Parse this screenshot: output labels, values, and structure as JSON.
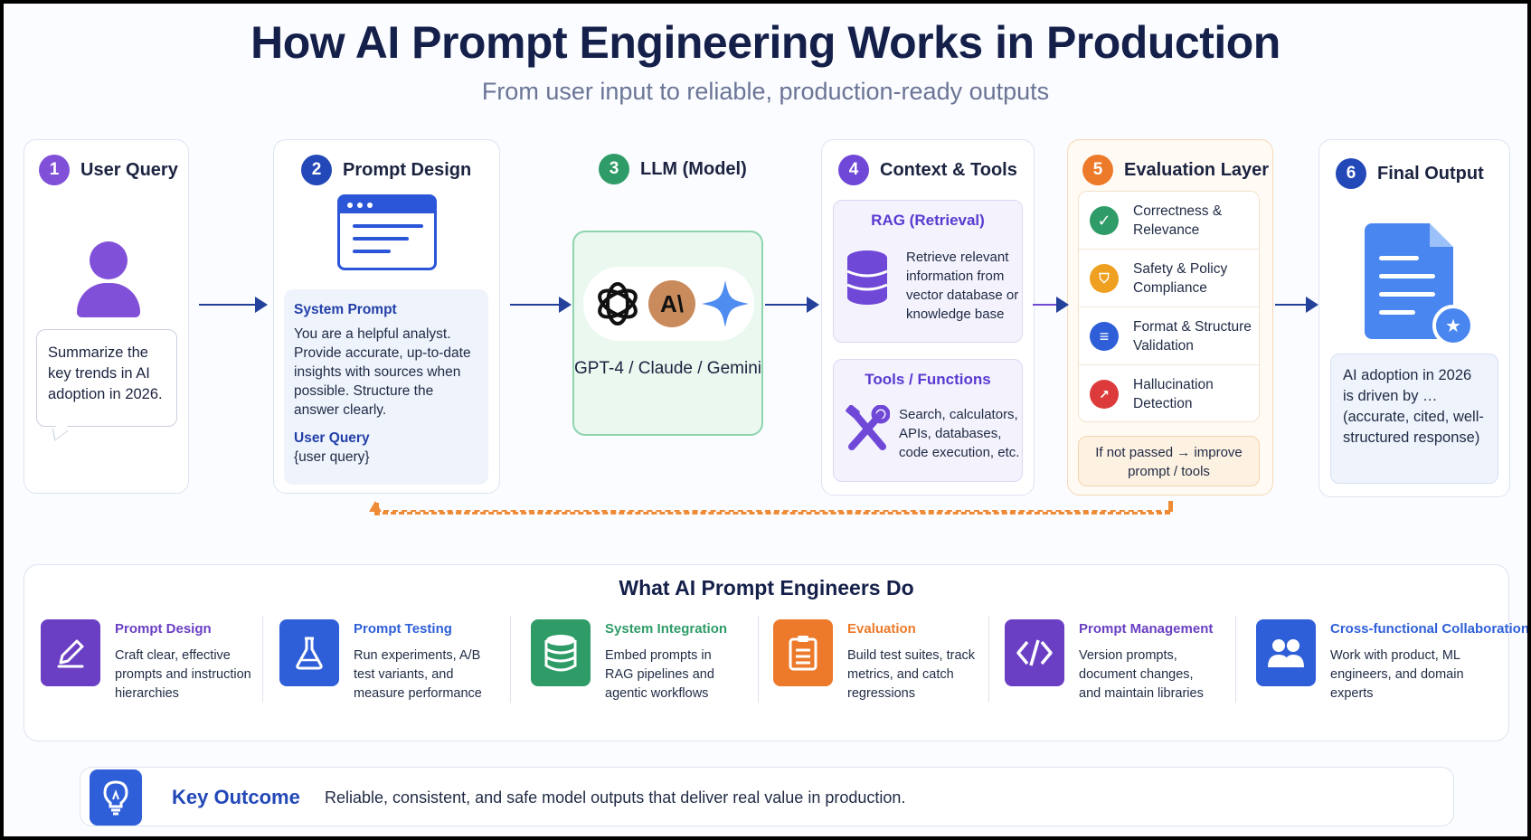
{
  "title": "How AI Prompt Engineering Works in Production",
  "subtitle": "From user input to reliable, production-ready outputs",
  "colors": {
    "step1": "#8150d8",
    "step2": "#2348b8",
    "step3": "#2f9c68",
    "step4": "#7048d8",
    "step5": "#ec7a2a",
    "step6": "#2348b8",
    "flow_arrow": "#23409a",
    "feedback_arrow": "#ef8a35"
  },
  "steps": {
    "user_query": {
      "num": "1",
      "title": "User Query",
      "icon": "user-icon",
      "message": "Summarize the key trends in AI adoption in 2026."
    },
    "prompt_design": {
      "num": "2",
      "title": "Prompt Design",
      "icon": "browser-window-icon",
      "system_label": "System Prompt",
      "system_text": "You are a helpful analyst. Provide accurate, up-to-date insights with sources when possible. Structure the answer clearly.",
      "query_label": "User Query",
      "query_text": "{user query}"
    },
    "llm": {
      "num": "3",
      "title": "LLM (Model)",
      "logos": [
        "openai-logo",
        "anthropic-logo",
        "gemini-logo"
      ],
      "anthropic_mark": "A\\",
      "models": "GPT-4 / Claude / Gemini"
    },
    "context_tools": {
      "num": "4",
      "title": "Context & Tools",
      "rag_title": "RAG (Retrieval)",
      "rag_icon": "database-icon",
      "rag_text": "Retrieve relevant information from vector database or knowledge base",
      "tools_title": "Tools / Functions",
      "tools_icon": "tools-icon",
      "tools_text": "Search, calculators, APIs, databases, code execution, etc."
    },
    "evaluation": {
      "num": "5",
      "title": "Evaluation Layer",
      "items": [
        {
          "label": "Correctness & Relevance",
          "icon": "check-icon",
          "color": "#2f9c68"
        },
        {
          "label": "Safety & Policy Compliance",
          "icon": "shield-icon",
          "color": "#f0a020"
        },
        {
          "label": "Format & Structure Validation",
          "icon": "list-icon",
          "color": "#2f5fd8"
        },
        {
          "label": "Hallucination Detection",
          "icon": "chart-icon",
          "color": "#dd3b3b"
        }
      ],
      "fallback": "If not passed → improve prompt / tools"
    },
    "final_output": {
      "num": "6",
      "title": "Final Output",
      "icon": "document-star-icon",
      "text": "AI adoption in 2026 is driven by … (accurate, cited, well-structured response)"
    }
  },
  "roles": {
    "title": "What AI Prompt Engineers Do",
    "items": [
      {
        "name": "Prompt Design",
        "desc": "Craft clear, effective prompts and instruction hierarchies",
        "icon": "pencil-icon",
        "color": "#6a3fc4"
      },
      {
        "name": "Prompt Testing",
        "desc": "Run experiments, A/B test variants, and measure performance",
        "icon": "flask-icon",
        "color": "#2f5fd8"
      },
      {
        "name": "System Integration",
        "desc": "Embed prompts in RAG pipelines and agentic workflows",
        "icon": "database-icon",
        "color": "#2f9c68"
      },
      {
        "name": "Evaluation",
        "desc": "Build test suites, track metrics, and catch regressions",
        "icon": "clipboard-icon",
        "color": "#ec7a2a"
      },
      {
        "name": "Prompt Management",
        "desc": "Version prompts, document changes, and maintain libraries",
        "icon": "code-icon",
        "color": "#6a3fc4"
      },
      {
        "name": "Cross-functional Collaboration",
        "desc": "Work with product, ML engineers, and domain experts",
        "icon": "users-icon",
        "color": "#2f5fd8"
      }
    ]
  },
  "outcome": {
    "label": "Key Outcome",
    "text": "Reliable, consistent, and safe model outputs that deliver real value in production.",
    "icon": "lightbulb-icon"
  }
}
